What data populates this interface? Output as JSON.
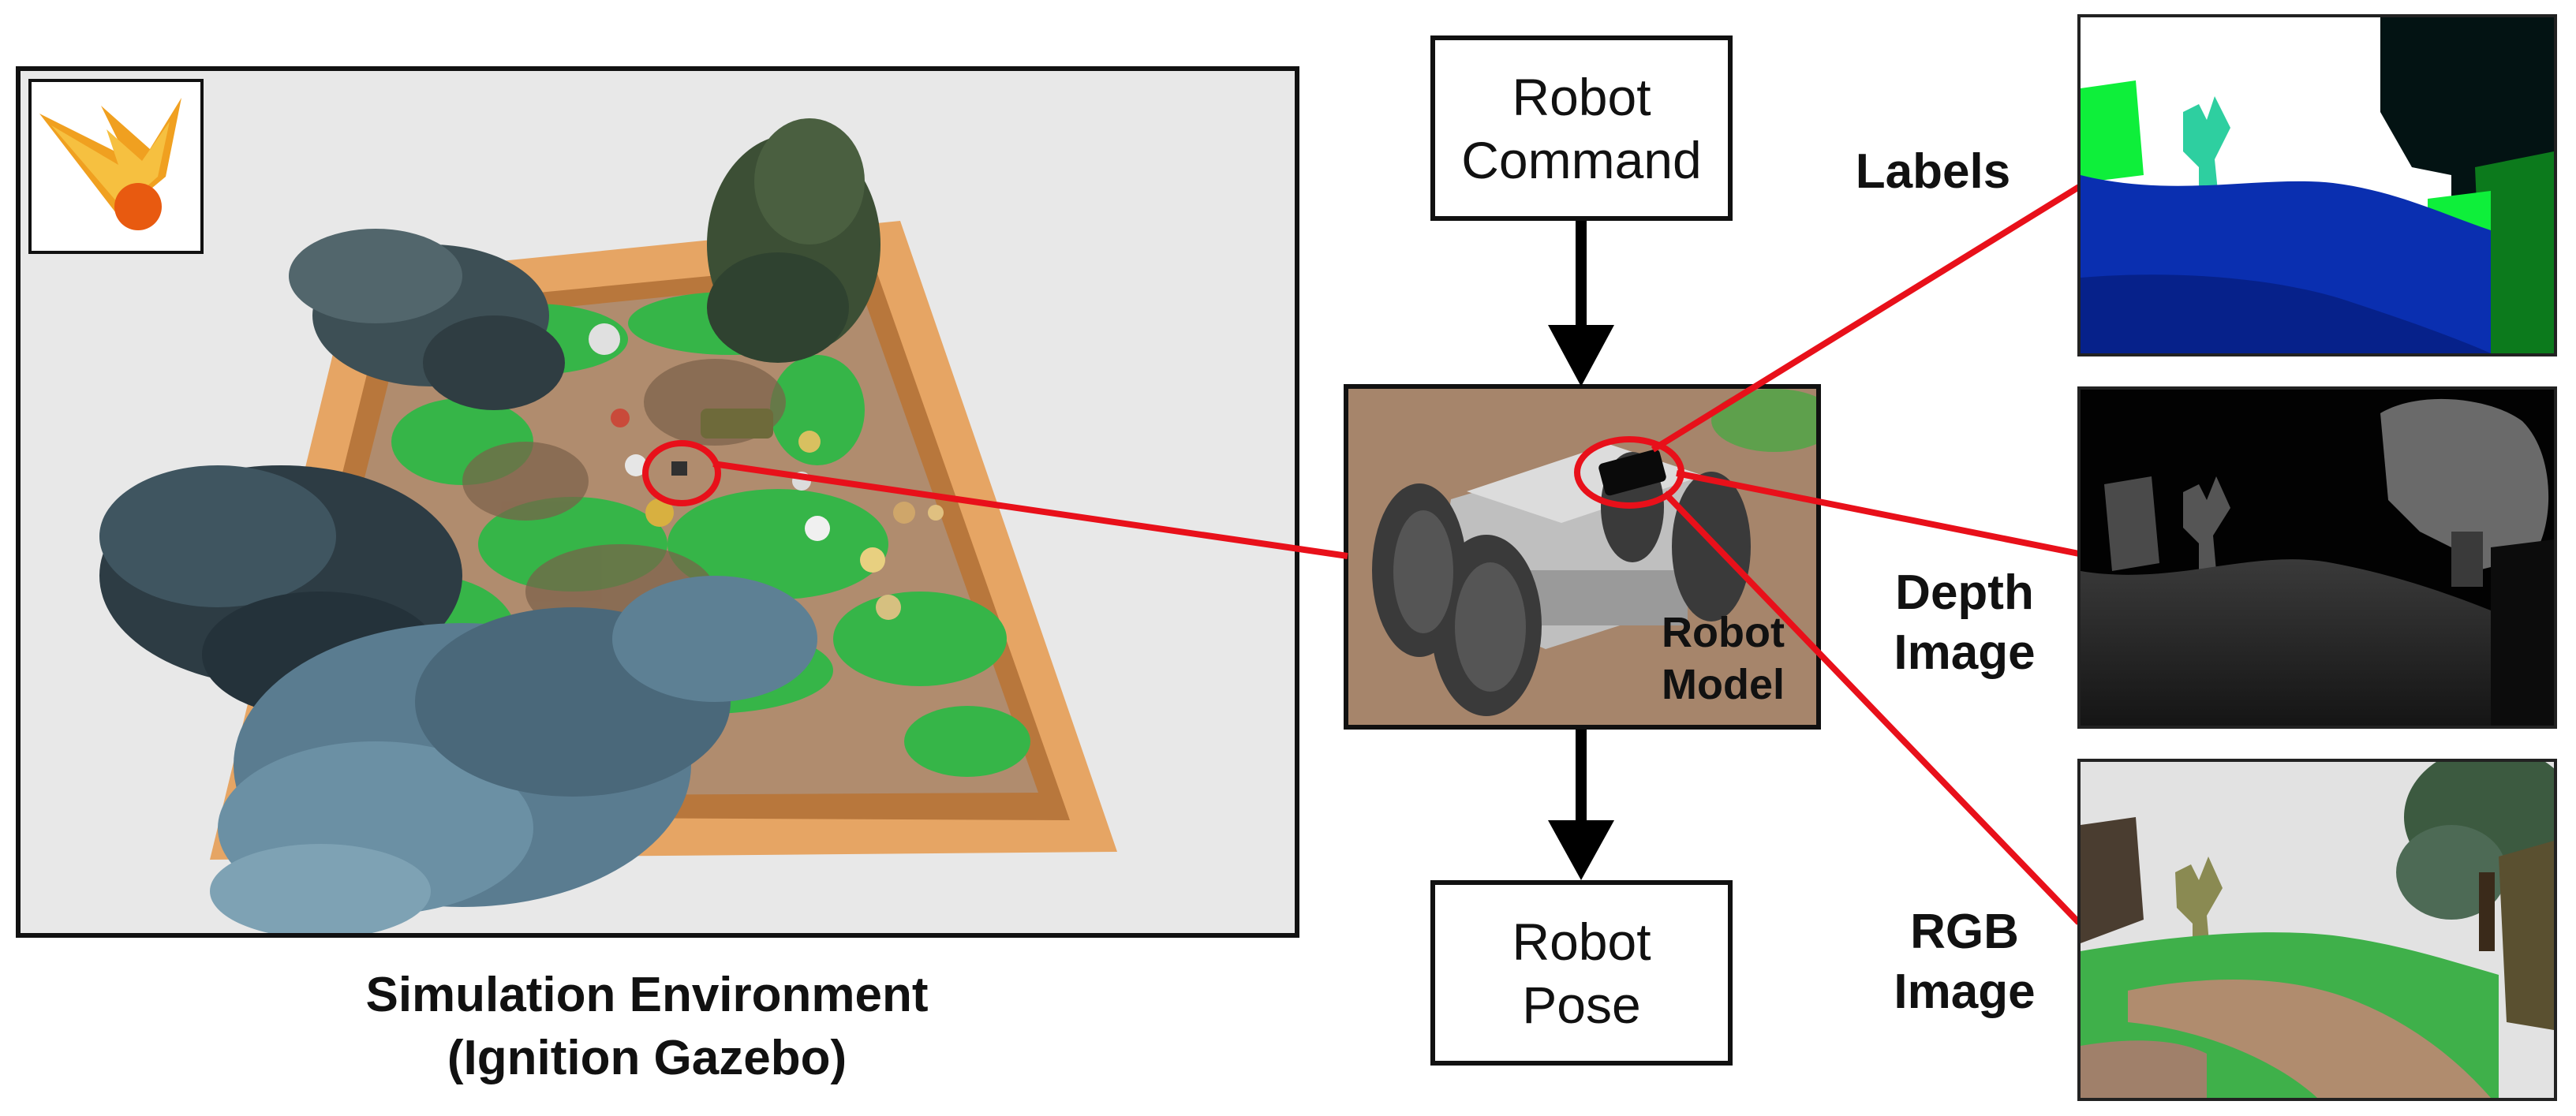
{
  "boxes": {
    "command": [
      "Robot",
      "Command"
    ],
    "pose": [
      "Robot",
      "Pose"
    ]
  },
  "robot_model": [
    "Robot",
    "Model"
  ],
  "outputs": {
    "labels": [
      "Labels"
    ],
    "depth": [
      "Depth",
      "Image"
    ],
    "rgb": [
      "RGB",
      "Image"
    ]
  },
  "caption": [
    "Simulation Environment",
    "(Ignition Gazebo)"
  ],
  "icons": {
    "logo": "ignition-gazebo-logo",
    "arrow_down": "arrow-down-icon"
  },
  "colors": {
    "highlight": "#e8101a",
    "ground": "#b08c6e",
    "grass": "#36b548",
    "fence": "#e6a564",
    "label_ground": "#0a2fb0",
    "label_sky": "#ffffff",
    "label_tree": "#031313",
    "label_bush": "#0c7a1c",
    "label_grass": "#0eef3a",
    "label_plant": "#2ecfa0"
  }
}
